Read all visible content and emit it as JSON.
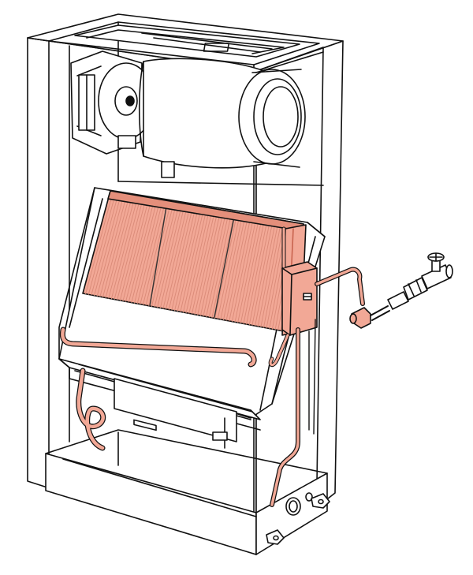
{
  "diagram": {
    "title": "",
    "labels": []
  },
  "colors": {
    "background": "#ffffff",
    "outline": "#111111",
    "highlight": "#f2a896",
    "highlight_dark": "#c8644f",
    "fin_line": "#d98a78"
  },
  "components": [
    "cabinet-frame",
    "blower-housing",
    "blower-motor",
    "heat-exchanger-coil",
    "drain-pan",
    "electrical-box",
    "refrigerant-line",
    "shutoff-valve",
    "condensate-drain-line",
    "base-pan",
    "mounting-brackets"
  ]
}
